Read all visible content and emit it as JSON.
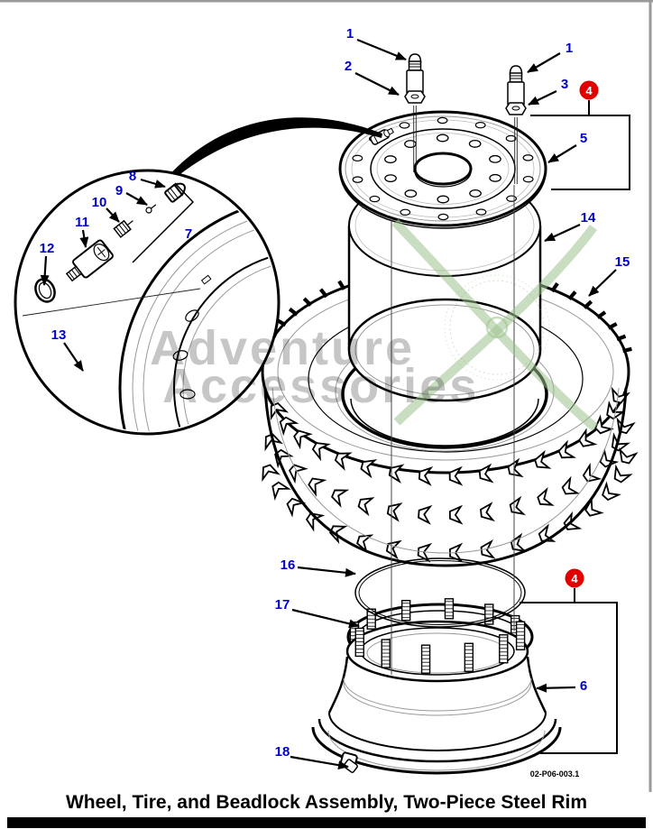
{
  "figure": {
    "title": "Wheel, Tire, and Beadlock Assembly, Two-Piece Steel Rim",
    "drawing_number": "02-P06-003.1"
  },
  "watermark": {
    "line1": "Adventure",
    "line2": "Accessories"
  },
  "colors": {
    "callout_blue": "#0000cc",
    "badge_red": "#e00000",
    "badge_text": "#ffffff",
    "ink": "#000000",
    "watermark_gray": "#c4c4c4",
    "watermark_green": "#9cc18e"
  },
  "callouts": {
    "c1a": "1",
    "c2": "2",
    "c1b": "1",
    "c3": "3",
    "c4a": "4",
    "c5": "5",
    "c14": "14",
    "c15": "15",
    "c8": "8",
    "c9": "9",
    "c10": "10",
    "c11": "11",
    "c12": "12",
    "c13": "13",
    "c7": "7",
    "c16": "16",
    "c17": "17",
    "c4b": "4",
    "c6": "6",
    "c18": "18"
  }
}
